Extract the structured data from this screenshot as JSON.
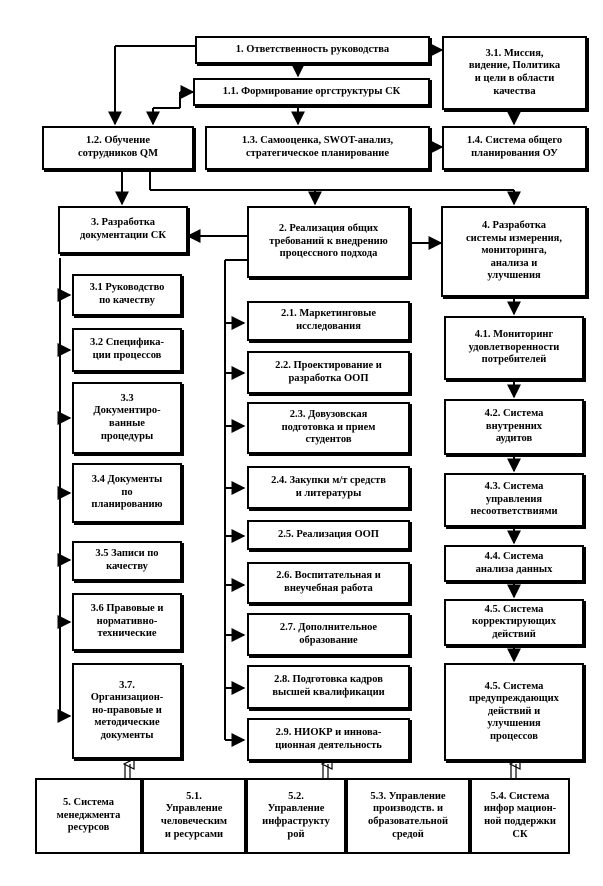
{
  "boxes": {
    "b1": "1. Ответственность руководства",
    "b31m": "3.1. Миссия,\nвидение, Политика\nи цели в области\nкачества",
    "b11": "1.1. Формирование оргструктуры СК",
    "b12": "1.2. Обучение\nсотрудников QM",
    "b13": "1.3. Самооценка, SWOT-анализ,\nстратегическое планирование",
    "b14": "1.4. Система общего\nпланирования ОУ",
    "b3": "3. Разработка\nдокументации СК",
    "b2": "2. Реализация общих\nтребований к внедрению\nпроцессного подхода",
    "b4": "4. Разработка\nсистемы измерения,\nмониторинга,\nанализа и\nулучшения",
    "d31": "3.1 Руководство\nпо качеству",
    "d32": "3.2 Специфика-\nции процессов",
    "d33": "3.3\nДокументиро-\nванные\nпроцедуры",
    "d34": "3.4 Документы\nпо\nпланированию",
    "d35": "3.5 Записи по\nкачеству",
    "d36": "3.6 Правовые и\nнормативно-\nтехнические",
    "d37": "3.7.\nОрганизацион-\nно-правовые и\nметодические\nдокументы",
    "p21": "2.1. Маркетинговые\nисследования",
    "p22": "2.2. Проектирование и\nразработка ООП",
    "p23": "2.3. Довузовская\nподготовка и прием\nстудентов",
    "p24": "2.4. Закупки м/т средств\nи литературы",
    "p25": "2.5. Реализация ООП",
    "p26": "2.6. Воспитательная и\nвнеучебная работа",
    "p27": "2.7. Дополнительное\nобразование",
    "p28": "2.8. Подготовка кадров\nвысшей квалификации",
    "p29": "2.9. НИОКР и иннова-\nционная деятельность",
    "m41": "4.1. Мониторинг\nудовлетворенности\nпотребителей",
    "m42": "4.2. Система\nвнутренних\nаудитов",
    "m43": "4.3. Система\nуправления\nнесоответствиями",
    "m44": "4.4. Система\nанализа данных",
    "m45": "4.5. Система\nкорректирующих\nдействий",
    "m46": "4.5. Система\nпредупреждающих\nдействий  и\nулучшения\nпроцессов",
    "r5": "5. Система\nменеджмента\nресурсов",
    "r51": "5.1.\nУправление\nчеловеческим\nи ресурсами",
    "r52": "5.2.\nУправление\nинфраструкту\nрой",
    "r53": "5.3. Управление\nпроизводств. и\nобразовательной\nсредой",
    "r54": "5.4. Система\nинфор мацион-\nной поддержки\nСК"
  }
}
